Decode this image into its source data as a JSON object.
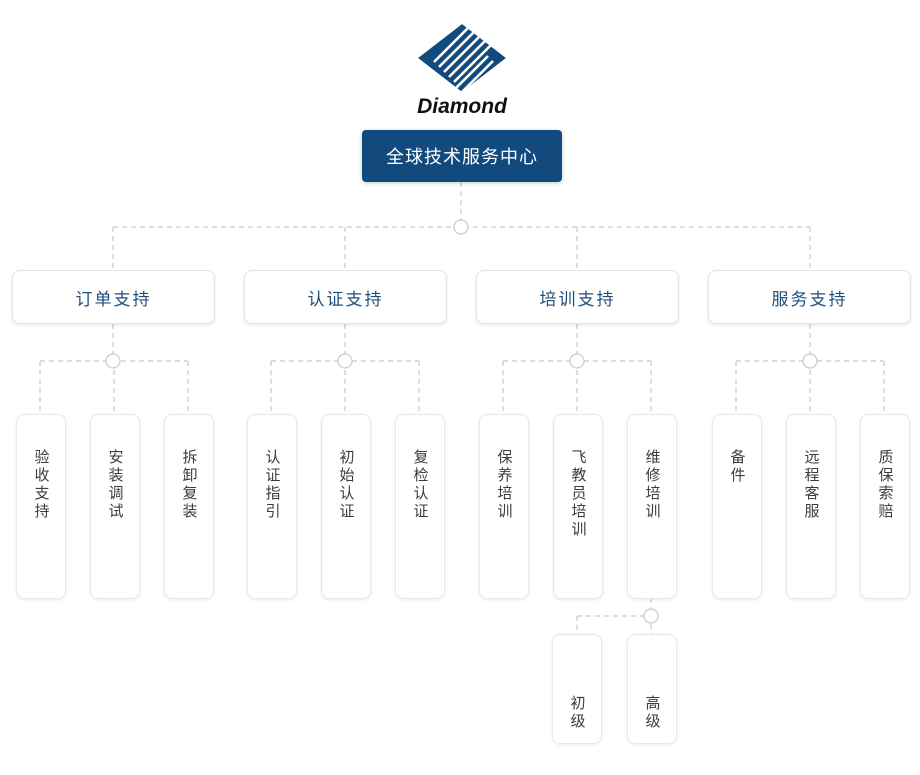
{
  "brand": {
    "wordmark": "Diamond",
    "logo_icon": "diamond-logo-icon",
    "logo_color": "#134a7e"
  },
  "colors": {
    "root_fill": "#134a7e",
    "root_text": "#ffffff",
    "level2_text": "#1f4e79",
    "leaf_text": "#3c3c3c",
    "box_border": "#e5e5e5",
    "connector": "#c9c9c9"
  },
  "root": {
    "label": "全球技术服务中心"
  },
  "branches": [
    {
      "label": "订单支持",
      "children": [
        {
          "label": "验收支持"
        },
        {
          "label": "安装调试"
        },
        {
          "label": "拆卸复装"
        }
      ]
    },
    {
      "label": "认证支持",
      "children": [
        {
          "label": "认证指引"
        },
        {
          "label": "初始认证"
        },
        {
          "label": "复检认证"
        }
      ]
    },
    {
      "label": "培训支持",
      "children": [
        {
          "label": "保养培训"
        },
        {
          "label": "飞教员培训"
        },
        {
          "label": "维修培训",
          "children": [
            {
              "label": "初级"
            },
            {
              "label": "高级"
            }
          ]
        }
      ]
    },
    {
      "label": "服务支持",
      "children": [
        {
          "label": "备件"
        },
        {
          "label": "远程客服"
        },
        {
          "label": "质保索赔"
        }
      ]
    }
  ]
}
